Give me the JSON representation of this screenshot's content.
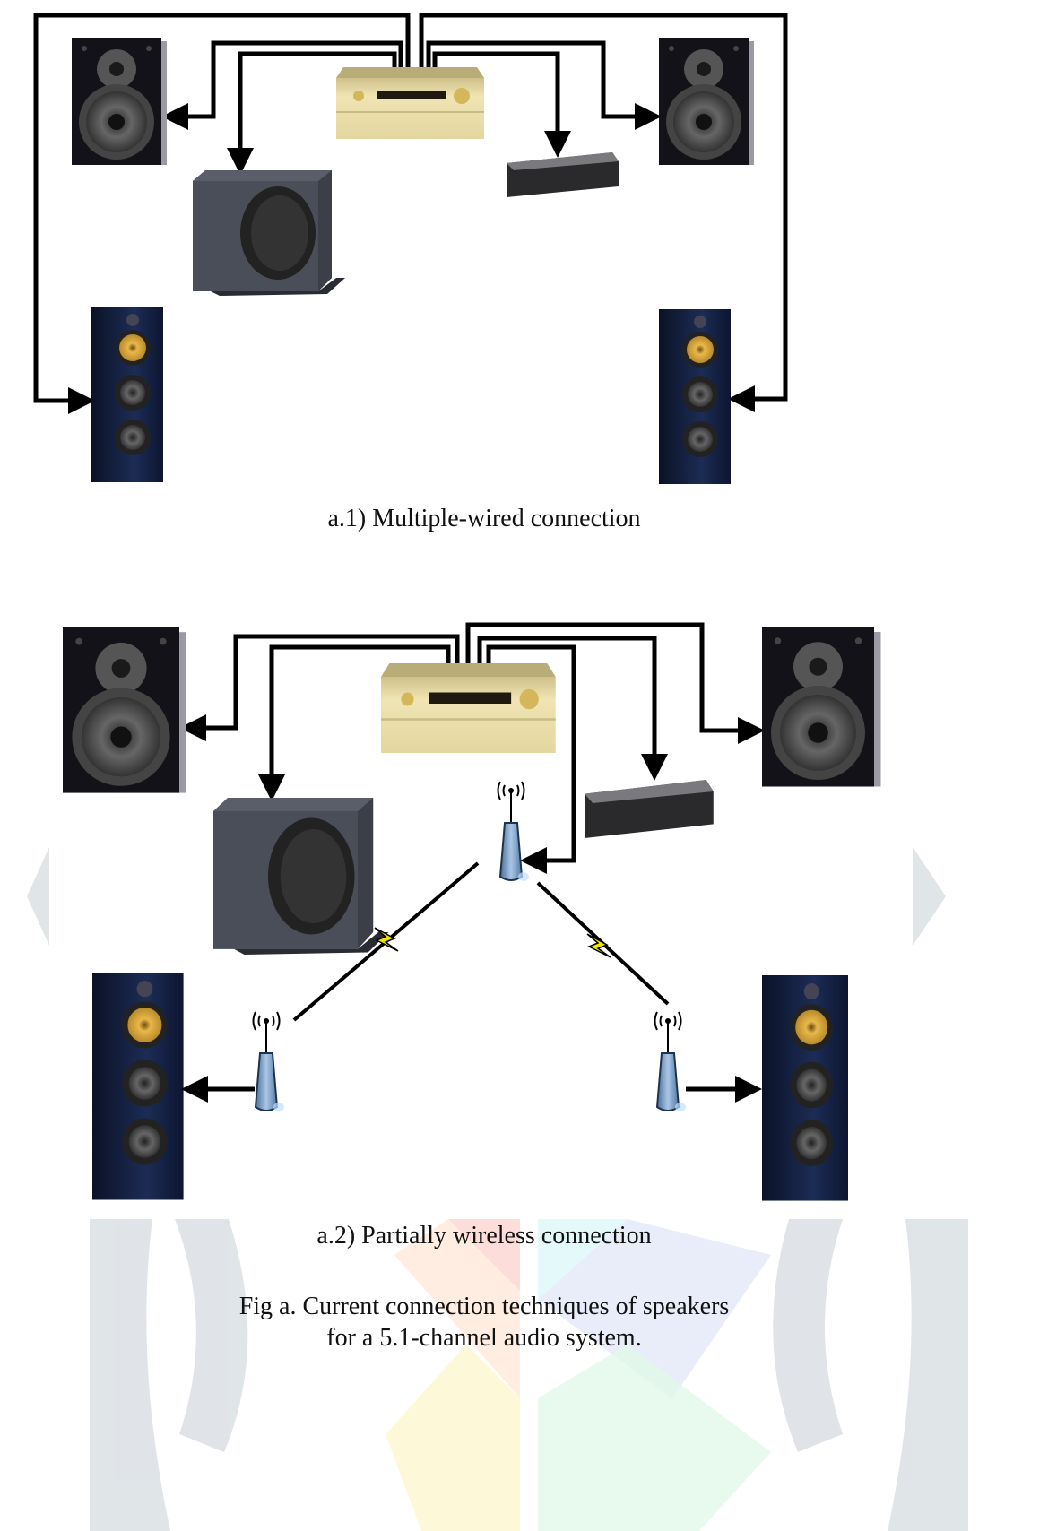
{
  "figure": {
    "panel1": {
      "caption": "a.1) Multiple-wired connection",
      "devices": [
        "av-receiver",
        "front-left-speaker",
        "front-right-speaker",
        "subwoofer",
        "center-speaker",
        "surround-left-speaker",
        "surround-right-speaker"
      ]
    },
    "panel2": {
      "caption": "a.2) Partially wireless connection",
      "devices": [
        "av-receiver",
        "front-left-speaker",
        "front-right-speaker",
        "subwoofer",
        "center-speaker",
        "wireless-transmitter",
        "wireless-receiver-left",
        "wireless-receiver-right",
        "surround-left-speaker",
        "surround-right-speaker"
      ]
    },
    "caption_line1": "Fig a. Current connection techniques of speakers",
    "caption_line2": "for a 5.1-channel audio system."
  },
  "colors": {
    "wire": "#000000",
    "receiver_gold": "#e6d9a0",
    "tower_blue": "#14203f",
    "tweeter_gold": "#d9a93a",
    "antenna_blue": "#7ea2c8",
    "lightning_yellow": "#f2e600",
    "watermark_grey": "#dde2e6"
  }
}
